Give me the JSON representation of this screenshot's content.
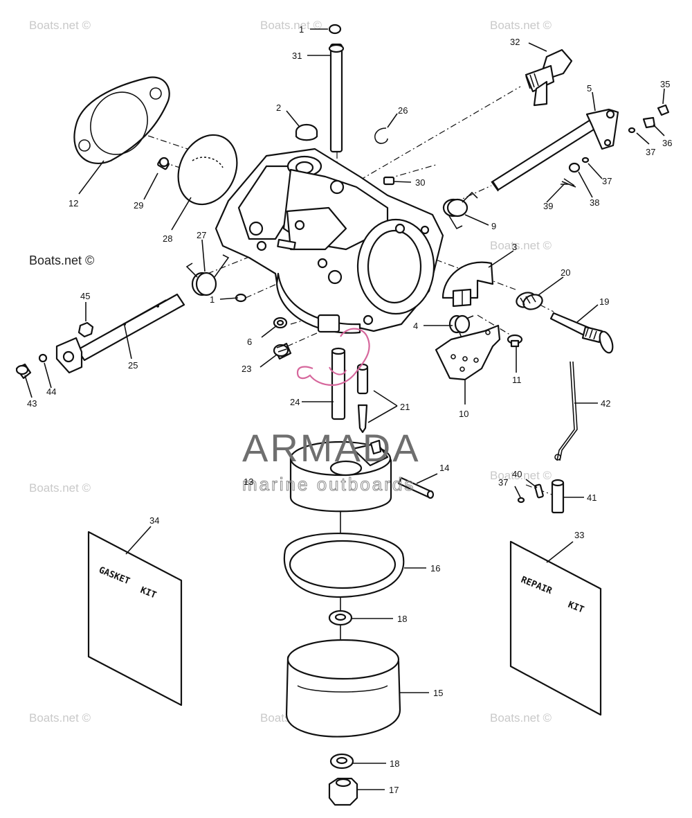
{
  "watermarks": {
    "text": "Boats.net ©",
    "dark_text": "Boats.net ©"
  },
  "branding": {
    "name": "ARMADA",
    "tagline": "marine outboards"
  },
  "kits": {
    "gasket_line1": "GASKET",
    "gasket_line2": "KIT",
    "repair_line1": "REPAIR",
    "repair_line2": "KIT"
  },
  "callouts": [
    "1",
    "31",
    "32",
    "2",
    "26",
    "5",
    "35",
    "36",
    "37",
    "12",
    "29",
    "28",
    "30",
    "37",
    "38",
    "39",
    "9",
    "27",
    "3",
    "20",
    "19",
    "1",
    "45",
    "6",
    "4",
    "11",
    "23",
    "25",
    "43",
    "44",
    "24",
    "21",
    "10",
    "42",
    "14",
    "13",
    "37",
    "40",
    "41",
    "34",
    "33",
    "16",
    "18",
    "15",
    "18",
    "17"
  ]
}
